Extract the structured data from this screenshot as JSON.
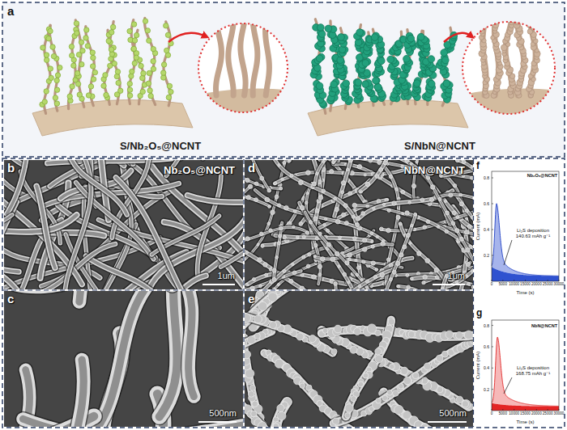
{
  "diagram": {
    "nodes": [
      {
        "text": [
          "a",
          "S/Nb₂O₅@NCNT",
          "S/NbN@NCNT"
        ]
      },
      {
        "text": [
          "b",
          "Nb₂O₅@NCNT",
          "1um"
        ]
      },
      {
        "text": [
          "c",
          "500nm"
        ]
      },
      {
        "text": [
          "d",
          "NbN@NCNT",
          "1um"
        ]
      },
      {
        "text": [
          "e",
          "500nm"
        ]
      },
      {
        "text": [
          "f",
          "Nb₂O₅@NCNT",
          "Li₂S deposition 140.63 mAh g⁻¹"
        ]
      },
      {
        "text": [
          "g",
          "NbN@NCNT",
          "Li₂S deposition 168.75 mAh g⁻¹"
        ]
      }
    ],
    "labels": [
      "0.8",
      "0.6",
      "0.4",
      "0.2",
      "Current (mA)",
      "0",
      "5000",
      "10000",
      "15000",
      "20000",
      "25000",
      "30000",
      "Time (s)",
      "0.8",
      "0.6",
      "0.4",
      "0.2",
      "Current (mA)",
      "0",
      "5000",
      "10000",
      "15000",
      "20000",
      "25000",
      "30000",
      "Time (s)"
    ]
  }
}
